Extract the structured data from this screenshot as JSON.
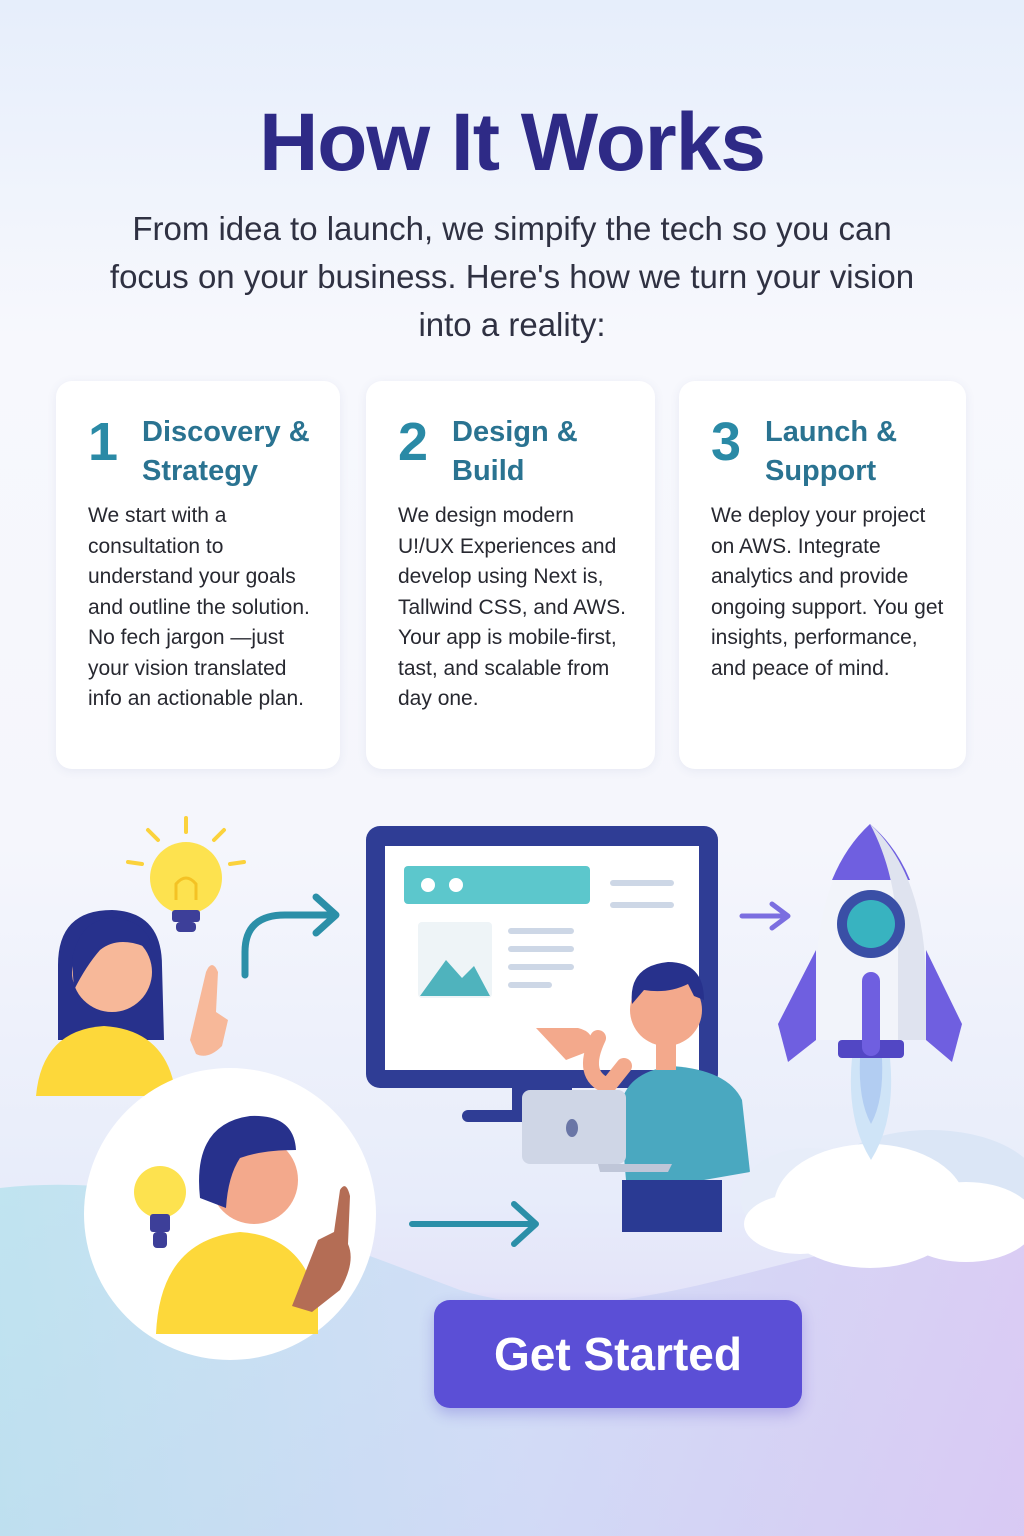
{
  "header": {
    "title": "How It Works",
    "subtitle": "From idea to launch, we simpify the tech so you can focus on your business. Here's how we turn your vision into a reality:"
  },
  "steps": [
    {
      "number": "1",
      "title": "Discovery & Strategy",
      "description": "We start with a consultation to understand your goals and outline the solution. No fech jargon —just your vision translated info an actionable plan."
    },
    {
      "number": "2",
      "title": "Design & Build",
      "description": "We design modern U!/UX Experiences and develop using Next is, Tallwind CSS, and AWS. Your app is mobile-first, tast, and scalable from day one."
    },
    {
      "number": "3",
      "title": "Launch & Support",
      "description": "We deploy your project on AWS. Integrate analytics and provide ongoing support. You get insights, performance, and peace of mind."
    }
  ],
  "cta": {
    "label": "Get Started"
  },
  "colors": {
    "title": "#2e2a86",
    "step_accent": "#2a8aa6",
    "cta_background": "#5b4fd6",
    "arrow_teal": "#2b8fa8",
    "arrow_purple": "#7b6ee0"
  },
  "illustration": {
    "icons": [
      "lightbulb-icon",
      "monitor-icon",
      "laptop-icon",
      "rocket-icon",
      "cloud-icon",
      "arrow-right-icon"
    ]
  }
}
